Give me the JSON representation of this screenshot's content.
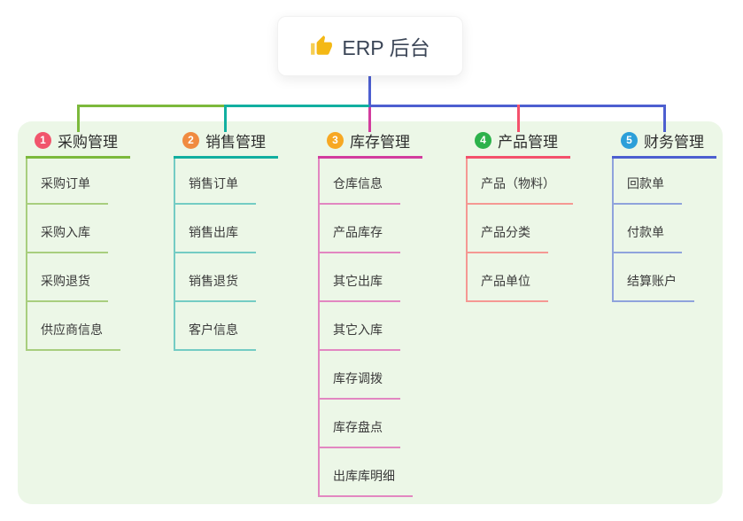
{
  "root": {
    "title": "ERP 后台",
    "icon": "thumbs-up-icon",
    "icon_colors": {
      "hand": "#F4B815",
      "cuff": "#F6CE53"
    }
  },
  "panel_color": "#ECF7E7",
  "branches": [
    {
      "num": "1",
      "label": "采购管理",
      "badge_color": "#F1556C",
      "line_color": "#7CB93C",
      "tint_color": "#A8CE7E",
      "children": [
        "采购订单",
        "采购入库",
        "采购退货",
        "供应商信息"
      ]
    },
    {
      "num": "2",
      "label": "销售管理",
      "badge_color": "#F08B41",
      "line_color": "#12AFA0",
      "tint_color": "#74CCC4",
      "children": [
        "销售订单",
        "销售出库",
        "销售退货",
        "客户信息"
      ]
    },
    {
      "num": "3",
      "label": "库存管理",
      "badge_color": "#F7A823",
      "line_color": "#D23C9E",
      "tint_color": "#E287C1",
      "children": [
        "仓库信息",
        "产品库存",
        "其它出库",
        "其它入库",
        "库存调拨",
        "库存盘点",
        "出库库明细"
      ]
    },
    {
      "num": "4",
      "label": "产品管理",
      "badge_color": "#2CB24B",
      "line_color": "#F4516C",
      "tint_color": "#F59893",
      "children": [
        "产品（物料）",
        "产品分类",
        "产品单位"
      ]
    },
    {
      "num": "5",
      "label": "财务管理",
      "badge_color": "#2C9FD9",
      "line_color": "#4D5FD0",
      "tint_color": "#8FA3DC",
      "children": [
        "回款单",
        "付款单",
        "结算账户"
      ]
    }
  ]
}
